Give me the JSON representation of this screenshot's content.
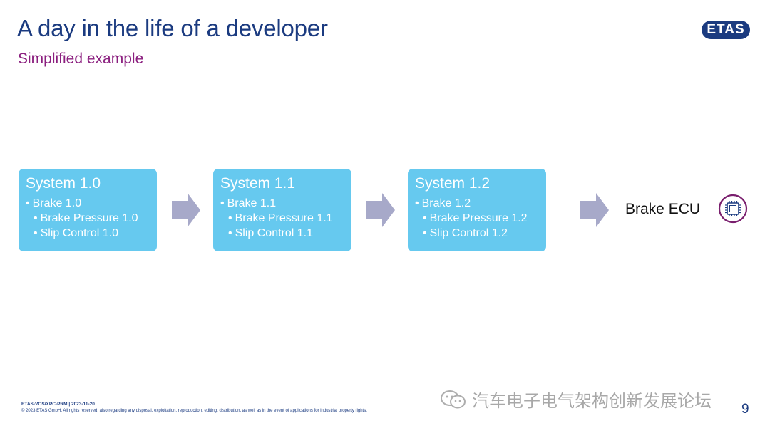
{
  "slide": {
    "title": "A day in the life of a developer",
    "subtitle": "Simplified example",
    "logo_text": "ETAS",
    "page_number": "9"
  },
  "systems": [
    {
      "title": "System 1.0",
      "items": [
        "Brake 1.0",
        "Brake Pressure 1.0",
        "Slip Control 1.0"
      ]
    },
    {
      "title": "System 1.1",
      "items": [
        "Brake 1.1",
        "Brake Pressure 1.1",
        "Slip Control 1.1"
      ]
    },
    {
      "title": "System 1.2",
      "items": [
        "Brake 1.2",
        "Brake Pressure 1.2",
        "Slip Control 1.2"
      ]
    }
  ],
  "target": {
    "label": "Brake ECU",
    "icon": "ecu-chip-icon"
  },
  "footer": {
    "doc_id": "ETAS-VOS/XPC-PRM | 2023-11-20",
    "copyright": "© 2023 ETAS GmbH. All rights reserved, also regarding any disposal, exploitation, reproduction, editing, distribution, as well as in the event of applications for industrial property rights."
  },
  "watermark": {
    "text": "汽车电子电气架构创新发展论坛"
  },
  "colors": {
    "title": "#1b3b80",
    "subtitle": "#8b1f7f",
    "box": "#66c9ef",
    "arrow": "#a7a9c9",
    "icon_ring": "#7a1f6e"
  }
}
